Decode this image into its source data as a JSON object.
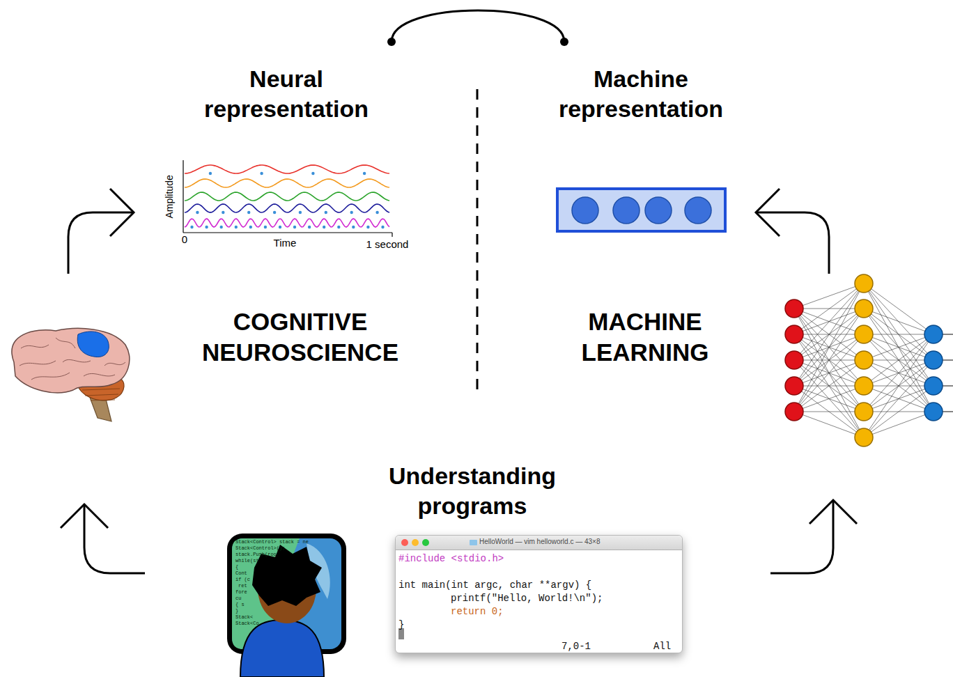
{
  "diagram": {
    "nodes": [
      {
        "text": [
          "HelloWorld — vim helloworld.c — 43×8",
          "#include <stdio.h>",
          "int main(int argc, char **argv) {",
          "printf(\"Hello, World!\\n\");",
          "return 0;",
          "}",
          "7,0-1",
          "All"
        ]
      }
    ],
    "labels": [
      "Neural representation",
      "Machine representation",
      "COGNITIVE NEUROSCIENCE",
      "MACHINE LEARNING",
      "Understanding programs",
      "Amplitude",
      "Time",
      "0",
      "1 second",
      "Stack<Control> stack = ne",
      "Stack<Control>();",
      "stack.Push(roo",
      "while(st",
      "{",
      "Cont",
      "if (c",
      "ret",
      "fore",
      "cu",
      "{ s",
      "}",
      "Stack<",
      "Stack<Co"
    ]
  }
}
